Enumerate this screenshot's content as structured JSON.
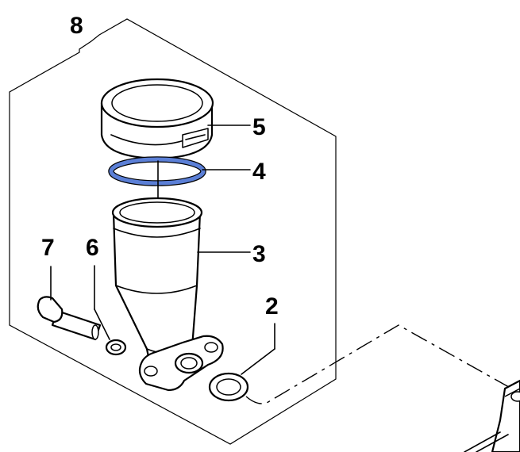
{
  "callouts": {
    "c2": "2",
    "c3": "3",
    "c4": "4",
    "c5": "5",
    "c6": "6",
    "c7": "7",
    "c8": "8"
  },
  "colors": {
    "seal_ring": "#5b7fd6",
    "outline": "#000000",
    "background": "#ffffff"
  }
}
